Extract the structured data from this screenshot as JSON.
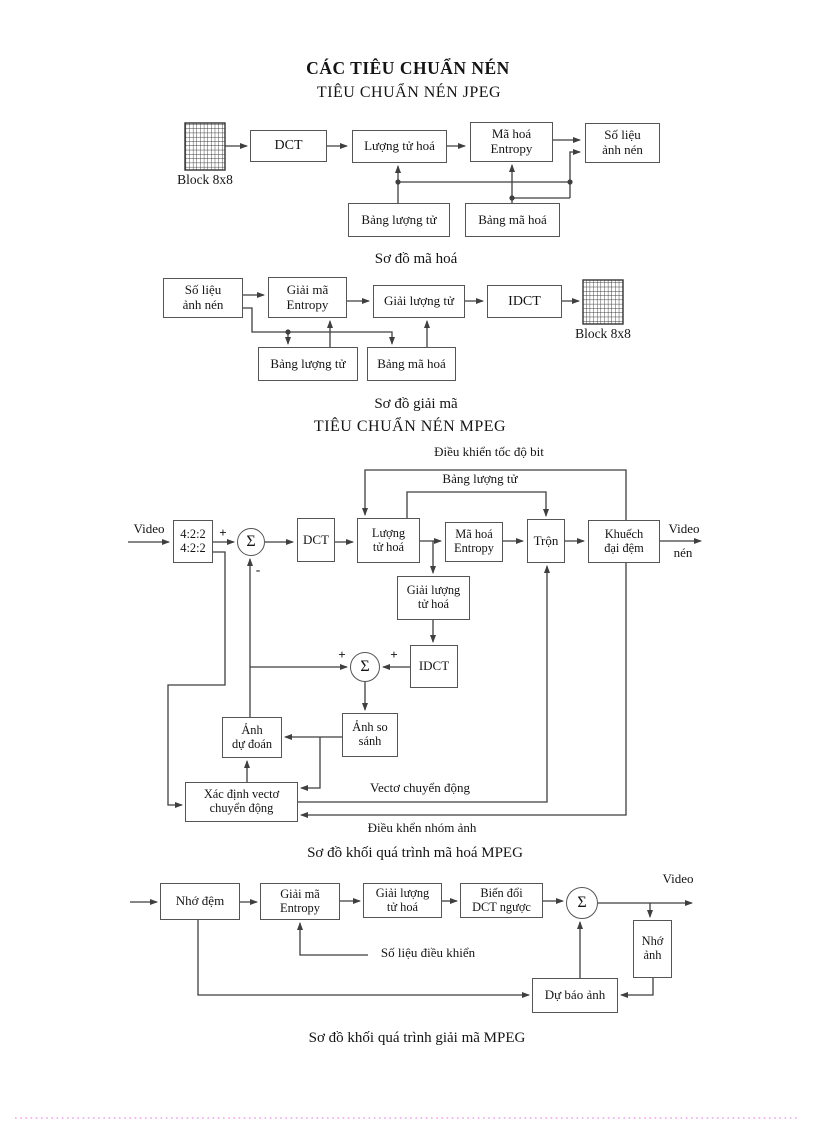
{
  "title": "CÁC TIÊU CHUẨN NÉN",
  "symbols": {
    "sigma": "Σ",
    "plus": "+",
    "minus": "-"
  },
  "jpeg": {
    "subtitle": "TIÊU CHUẨN NÉN JPEG",
    "encoder": {
      "block_label": "Block 8x8",
      "dct": "DCT",
      "quant": "Lượng tử hoá",
      "entropy": "Mã hoá\nEntropy",
      "output": "Số liệu\nảnh nén",
      "quant_table": "Bảng lượng tử",
      "code_table": "Bảng mã hoá",
      "caption": "Sơ đồ mã hoá"
    },
    "decoder": {
      "input": "Số liệu\nảnh nén",
      "entropy": "Giải mã\nEntropy",
      "dequant": "Giải lượng tử",
      "idct": "IDCT",
      "block_label": "Block 8x8",
      "quant_table": "Bảng lượng tử",
      "code_table": "Bảng mã hoá",
      "caption": "Sơ đồ giải mã"
    }
  },
  "mpeg": {
    "subtitle": "TIÊU CHUẨN NÉN MPEG",
    "encoder": {
      "bit_rate_control": "Điều khiển tốc độ bit",
      "quant_table": "Bảng lượng tử",
      "video_in": "Video",
      "sampler": "4:2:2\n4:2:2",
      "dct": "DCT",
      "quant": "Lượng\ntử hoá",
      "entropy": "Mã hoá\nEntropy",
      "mixer": "Trộn",
      "amplifier": "Khuếch\nđại đệm",
      "video_out": "Video",
      "compressed": "nén",
      "dequant": "Giải lượng\ntử hoá",
      "idct": "IDCT",
      "predicted_image": "Ảnh\ndự đoán",
      "compare_image": "Ảnh so\nsánh",
      "motion_estimator": "Xác định vectơ\nchuyển động",
      "motion_vector": "Vectơ chuyển động",
      "group_control": "Điều khển nhóm ảnh",
      "caption": "Sơ đồ khối quá trình mã hoá MPEG"
    },
    "decoder": {
      "buffer": "Nhớ đệm",
      "entropy": "Giải mã\nEntropy",
      "dequant": "Giải lượng\ntử hoá",
      "inverse_dct": "Biến đổi\nDCT ngược",
      "control_data": "Số liệu điều khiển",
      "video_out": "Video",
      "frame_store": "Nhớ\nảnh",
      "predictor": "Dự báo ảnh",
      "caption": "Sơ đồ khối quá trình giải mã MPEG"
    }
  }
}
